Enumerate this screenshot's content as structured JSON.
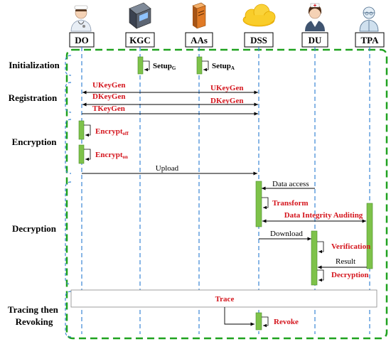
{
  "colors": {
    "lifeline": "#3a86d4",
    "phase_border": "#1fa21f",
    "activation": "#7ec24a",
    "red_text": "#d4141c",
    "black": "#000000"
  },
  "participants": [
    {
      "id": "DO",
      "label": "DO",
      "icon": "doctor-icon"
    },
    {
      "id": "KGC",
      "label": "KGC",
      "icon": "server-icon"
    },
    {
      "id": "AAs",
      "label": "AAs",
      "icon": "tower-computer-icon"
    },
    {
      "id": "DSS",
      "label": "DSS",
      "icon": "cloud-icon"
    },
    {
      "id": "DU",
      "label": "DU",
      "icon": "nurse-icon"
    },
    {
      "id": "TPA",
      "label": "TPA",
      "icon": "auditor-icon"
    }
  ],
  "phases": [
    "Initialization",
    "Registration",
    "Encryption",
    "Decryption",
    "Tracing then Revoking"
  ],
  "messages": {
    "setup_g": {
      "text": "Setup",
      "sub": "G"
    },
    "setup_a": {
      "text": "Setup",
      "sub": "A"
    },
    "ukeygen_do": "UKeyGen",
    "ukeygen_dss": "UKeyGen",
    "dkeygen_do": "DKeyGen",
    "dkeygen_dss": "DKeyGen",
    "tkeygen": "TKeyGen",
    "encrypt_off": {
      "text": "Encrypt",
      "sub": "off"
    },
    "encrypt_on": {
      "text": "Encrypt",
      "sub": "on"
    },
    "upload": "Upload",
    "data_access": "Data access",
    "transform": "Transform",
    "data_integrity_auditing": "Data Integrity Auditing",
    "download": "Download",
    "verification": "Verification",
    "result": "Result",
    "decryption": "Decryption",
    "trace": "Trace",
    "revoke": "Revoke"
  }
}
